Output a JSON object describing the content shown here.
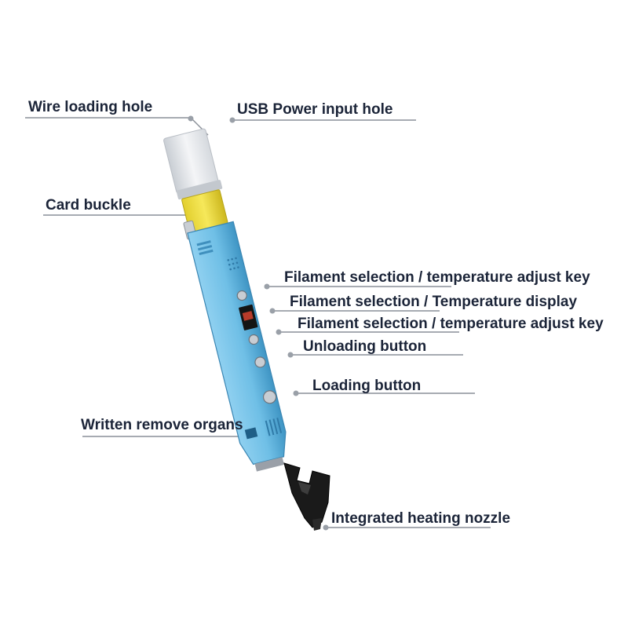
{
  "labels": {
    "wire_loading_hole": "Wire loading hole",
    "usb_power_input_hole": "USB Power input hole",
    "card_buckle": "Card buckle",
    "filament_key_top": "Filament selection / temperature adjust key",
    "filament_display": "Filament selection / Temperature display",
    "filament_key_bottom": "Filament selection / temperature adjust key",
    "unloading_button": "Unloading button",
    "loading_button": "Loading button",
    "written_remove_organs": "Written remove organs",
    "integrated_heating_nozzle": "Integrated heating nozzle"
  },
  "colors": {
    "pen_body": "#6fbfe6",
    "pen_body_shade": "#4fa6d3",
    "cap": "#d9dde2",
    "collar": "#f0e24a",
    "nozzle": "#1a1a1a",
    "label_text": "#1b2438",
    "leader_line": "#8a8f98"
  }
}
